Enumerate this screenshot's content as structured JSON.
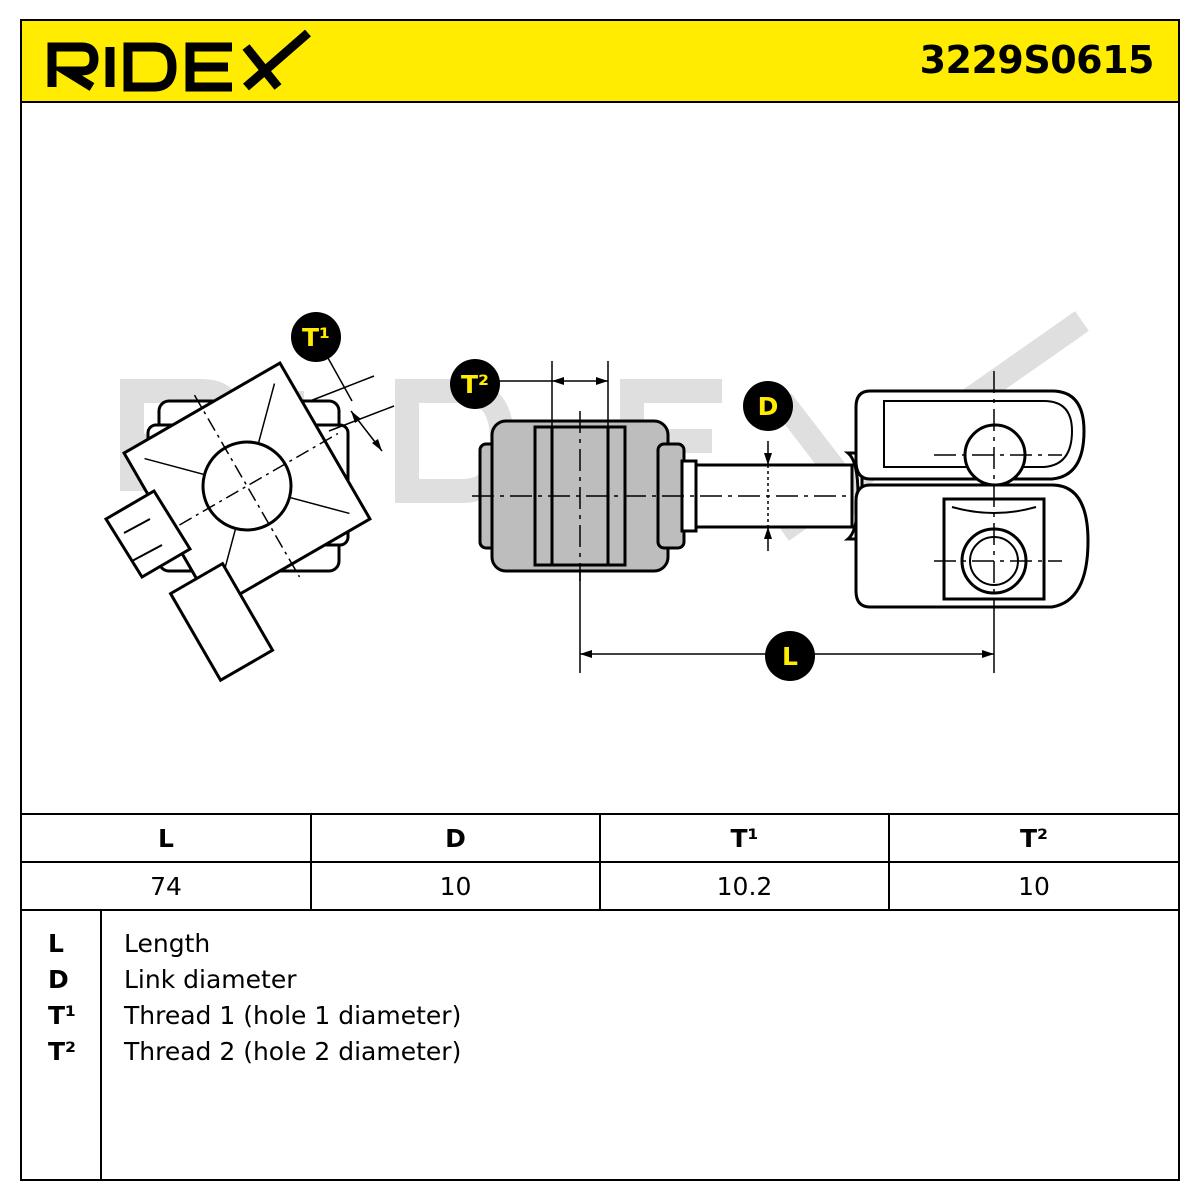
{
  "header": {
    "brand": "RIDEX",
    "part_number": "3229S0615",
    "background_color": "#ffec00"
  },
  "callouts": {
    "t1": "T¹",
    "t2": "T²",
    "d": "D",
    "l": "L",
    "label_color": "#ffec00"
  },
  "spec_table": {
    "headers": [
      "L",
      "D",
      "T¹",
      "T²"
    ],
    "values": [
      "74",
      "10",
      "10.2",
      "10"
    ]
  },
  "legend": [
    {
      "key": "L",
      "text": "Length"
    },
    {
      "key": "D",
      "text": "Link diameter"
    },
    {
      "key": "T¹",
      "text": "Thread 1 (hole 1 diameter)"
    },
    {
      "key": "T²",
      "text": "Thread 2 (hole 2 diameter)"
    }
  ]
}
